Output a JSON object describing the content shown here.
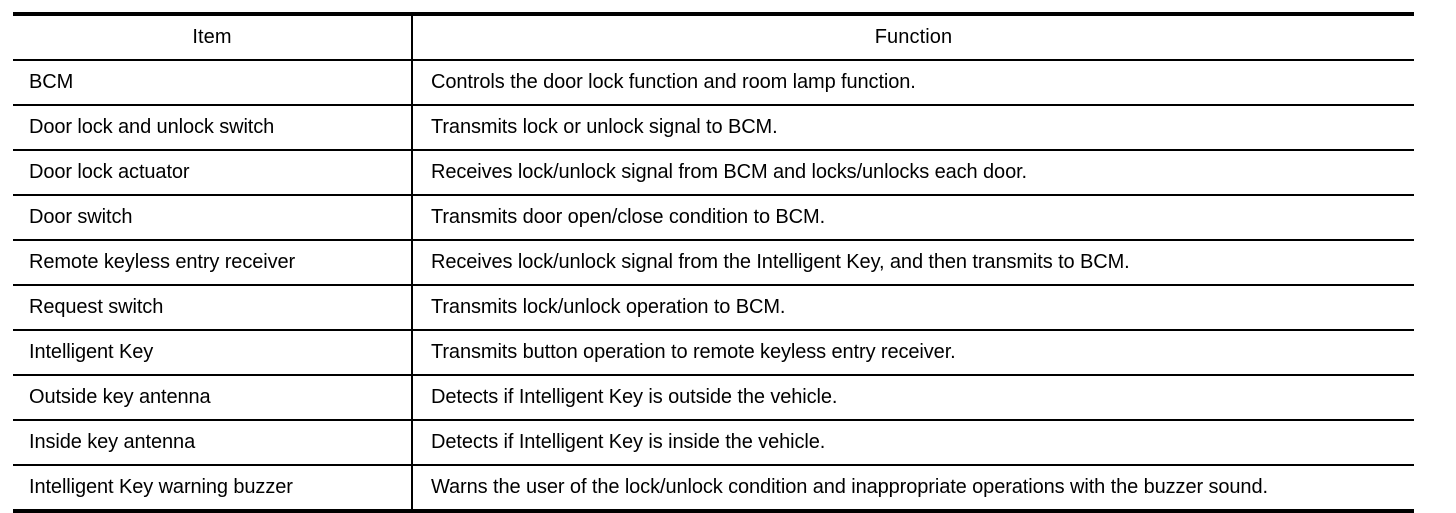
{
  "table": {
    "title": "",
    "columns": [
      {
        "key": "item",
        "label": "Item"
      },
      {
        "key": "function",
        "label": "Function"
      }
    ],
    "rows": [
      {
        "item": "BCM",
        "function": "Controls the door lock function and room lamp function."
      },
      {
        "item": "Door lock and unlock switch",
        "function": "Transmits lock or unlock signal to BCM."
      },
      {
        "item": "Door lock actuator",
        "function": "Receives lock/unlock signal from BCM and locks/unlocks each door."
      },
      {
        "item": "Door switch",
        "function": "Transmits door open/close condition to BCM."
      },
      {
        "item": "Remote keyless entry receiver",
        "function": "Receives lock/unlock signal from the Intelligent Key, and then transmits to BCM."
      },
      {
        "item": "Request switch",
        "function": "Transmits lock/unlock operation to BCM."
      },
      {
        "item": "Intelligent Key",
        "function": "Transmits button operation to remote keyless entry receiver."
      },
      {
        "item": "Outside key antenna",
        "function": "Detects if Intelligent Key is outside the vehicle."
      },
      {
        "item": "Inside key antenna",
        "function": "Detects if Intelligent Key is inside the vehicle."
      },
      {
        "item": "Intelligent Key warning buzzer",
        "function": "Warns the user of the lock/unlock condition and inappropriate operations with the buzzer sound."
      }
    ]
  },
  "colors": {
    "ink": "#000000",
    "paper": "#ffffff"
  }
}
